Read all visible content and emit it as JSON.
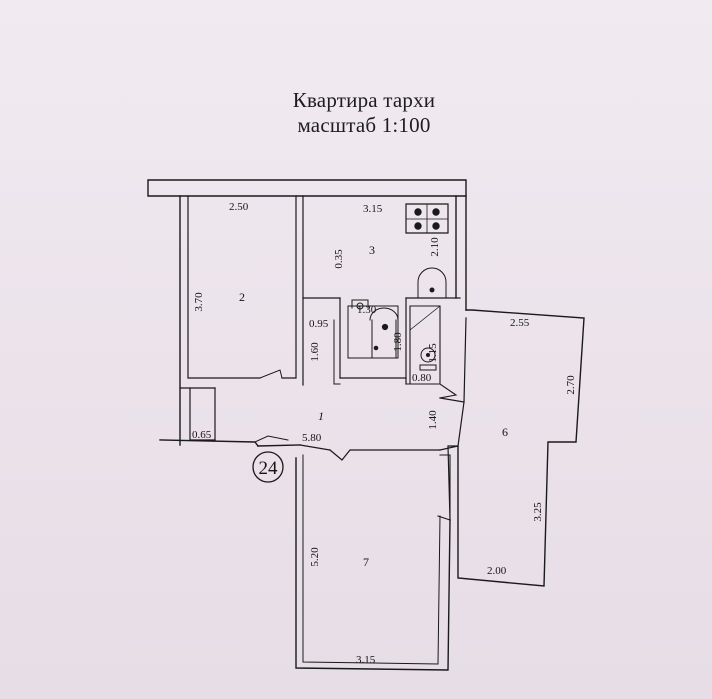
{
  "plan": {
    "title_line1": "Квартира тархи",
    "title_line2": "масштаб 1:100",
    "apartment_number": "24",
    "rooms": {
      "r1": "1",
      "r2": "2",
      "r3": "3",
      "r6": "6",
      "r7": "7"
    },
    "dimensions": {
      "d_2_50": "2.50",
      "d_3_70": "3.70",
      "d_3_15_top": "3.15",
      "d_0_35": "0.35",
      "d_2_10": "2.10",
      "d_0_95": "0.95",
      "d_1_60": "1.60",
      "d_1_80": "1.80",
      "d_1_30": "1.30",
      "d_1_15": "1.15",
      "d_0_80": "0.80",
      "d_2_55": "2.55",
      "d_2_70": "2.70",
      "d_1_40": "1.40",
      "d_0_65": "0.65",
      "d_5_80": "5.80",
      "d_3_25": "3.25",
      "d_5_20": "5.20",
      "d_2_00": "2.00",
      "d_3_15_bottom": "3.15"
    }
  }
}
